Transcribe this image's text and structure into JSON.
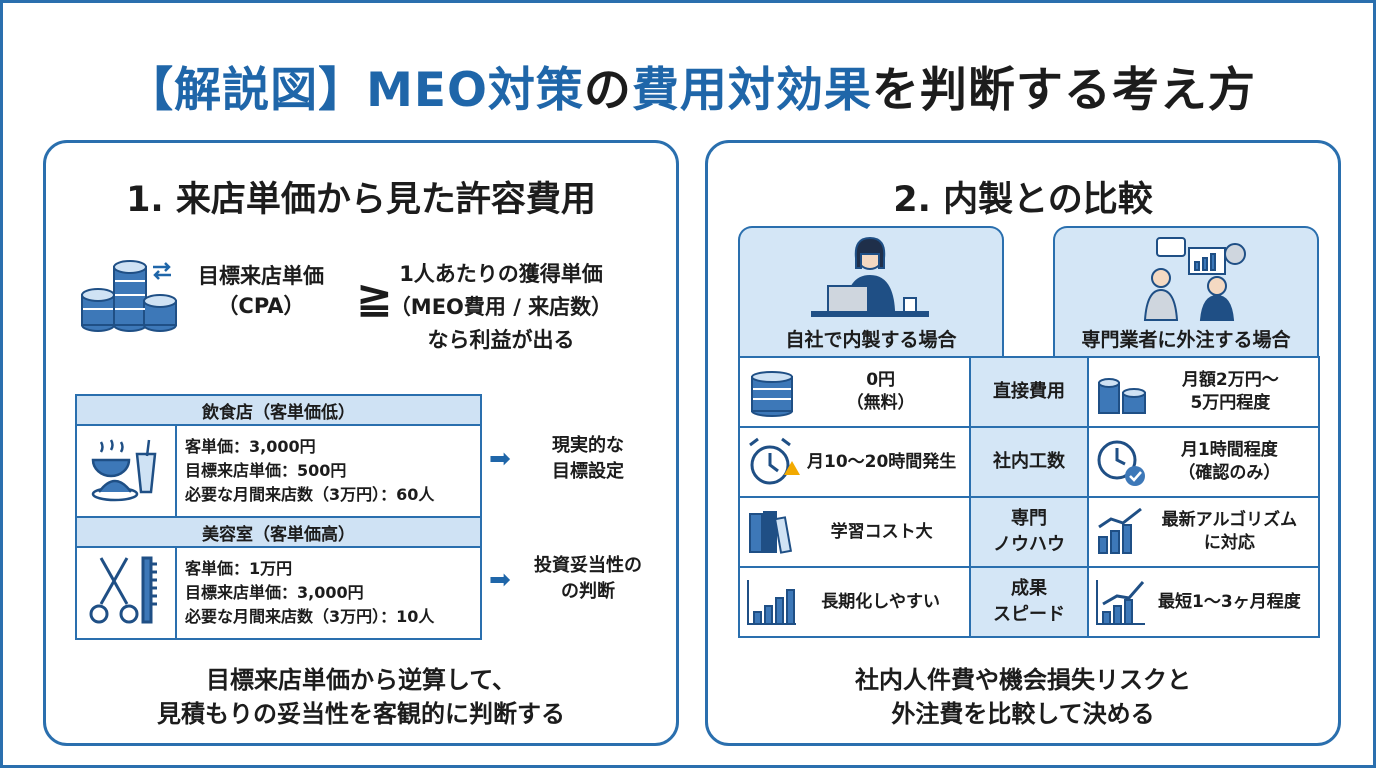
{
  "title": {
    "part1": "【解説図】MEO対策",
    "part2": "の",
    "part3": "費用対効果",
    "part4": "を判断する考え方"
  },
  "left": {
    "heading": "1. 来店単価から見た許容費用",
    "cpa_label": "目標来店単価\n（CPA）",
    "geq": "≧",
    "cpa_right": "1人あたりの獲得単価\n（MEO費用 / 来店数）\nなら利益が出る",
    "cases": [
      {
        "header": "飲食店（客単価低）",
        "lines": [
          "客単価：3,000円",
          "目標来店単価：500円",
          "必要な月間来店数（3万円）：60人"
        ],
        "note": "現実的な\n目標設定"
      },
      {
        "header": "美容室（客単価高）",
        "lines": [
          "客単価：1万円",
          "目標来店単価：3,000円",
          "必要な月間来店数（3万円）：10人"
        ],
        "note": "投資妥当性の\nの判断"
      }
    ],
    "bottom": "目標来店単価から逆算して、\n見積もりの妥当性を客観的に判断する"
  },
  "right": {
    "heading": "2. 内製との比較",
    "inhouse_label": "自社で内製する場合",
    "outsource_label": "専門業者に外注する場合",
    "rows": [
      {
        "left": "0円\n（無料）",
        "mid": "直接費用",
        "right": "月額2万円〜\n5万円程度"
      },
      {
        "left": "月10〜20時間発生",
        "mid": "社内工数",
        "right": "月1時間程度\n（確認のみ）"
      },
      {
        "left": "学習コスト大",
        "mid": "専門\nノウハウ",
        "right": "最新アルゴリズム\nに対応"
      },
      {
        "left": "長期化しやすい",
        "mid": "成果\nスピード",
        "right": "最短1〜3ヶ月程度"
      }
    ],
    "bottom": "社内人件費や機会損失リスクと\n外注費を比較して決める"
  },
  "colors": {
    "accent": "#2a6fae",
    "title_blue": "#1f66a9",
    "light": "#d4e6f6"
  },
  "icons": [
    "coins-icon",
    "exchange-arrows-icon",
    "food-icon",
    "scissors-comb-icon",
    "arrow-right-icon",
    "woman-laptop-icon",
    "meeting-icon",
    "coin-stack-icon",
    "alarm-clock-icon",
    "clock-check-icon",
    "books-icon",
    "bar-chart-icon",
    "growth-chart-icon"
  ]
}
